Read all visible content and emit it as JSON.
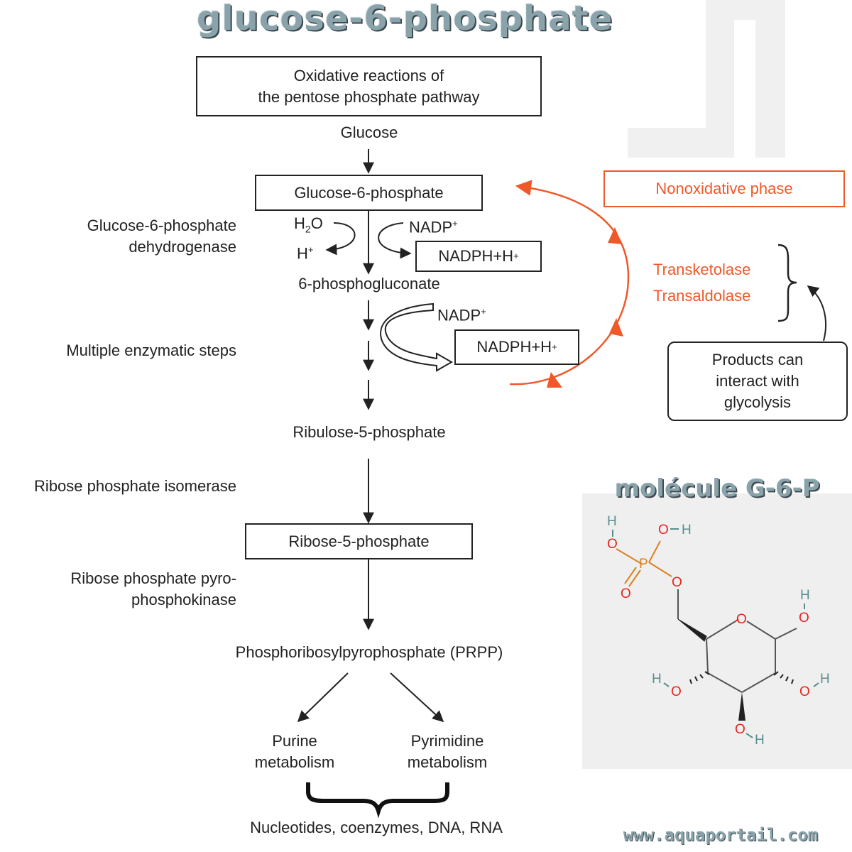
{
  "title": "glucose-6-phosphate",
  "molecule_title": "molécule G-6-P",
  "watermark": "www.aquaportail.com",
  "header_box": {
    "line1": "Oxidative reactions of",
    "line2": "the pentose phosphate pathway"
  },
  "glucose": "Glucose",
  "g6p": "Glucose-6-phosphate",
  "enzyme1": {
    "line1": "Glucose-6-phosphate",
    "line2": "dehydrogenase"
  },
  "h2o": "H",
  "h2o_sub": "2",
  "h2o_o": "O",
  "hplus": "H",
  "plus": "+",
  "nadp": "NADP",
  "nadph": "NADPH+H",
  "phosphogluconate": "6-phosphogluconate",
  "enzyme2": "Multiple enzymatic steps",
  "ribulose": "Ribulose-5-phosphate",
  "enzyme3": "Ribose phosphate isomerase",
  "ribose": "Ribose-5-phosphate",
  "enzyme4": {
    "line1": "Ribose phosphate pyro-",
    "line2": "phosphokinase"
  },
  "prpp": "Phosphoribosylpyrophosphate (PRPP)",
  "purine": {
    "line1": "Purine",
    "line2": "metabolism"
  },
  "pyrimidine": {
    "line1": "Pyrimidine",
    "line2": "metabolism"
  },
  "products": "Nucleotides, coenzymes, DNA, RNA",
  "nonoxidative": "Nonoxidative phase",
  "transketolase": "Transketolase",
  "transaldolase": "Transaldolase",
  "glycolysis": {
    "line1": "Products can",
    "line2": "interact with",
    "line3": "glycolysis"
  },
  "atoms": {
    "O": "O",
    "H": "H",
    "P": "P"
  },
  "colors": {
    "accent": "#f0582a",
    "title": "#8aa3ab",
    "oxygen": "#e8231f",
    "phosphorus": "#d9821f",
    "hydrogen": "#5b8f8f"
  }
}
